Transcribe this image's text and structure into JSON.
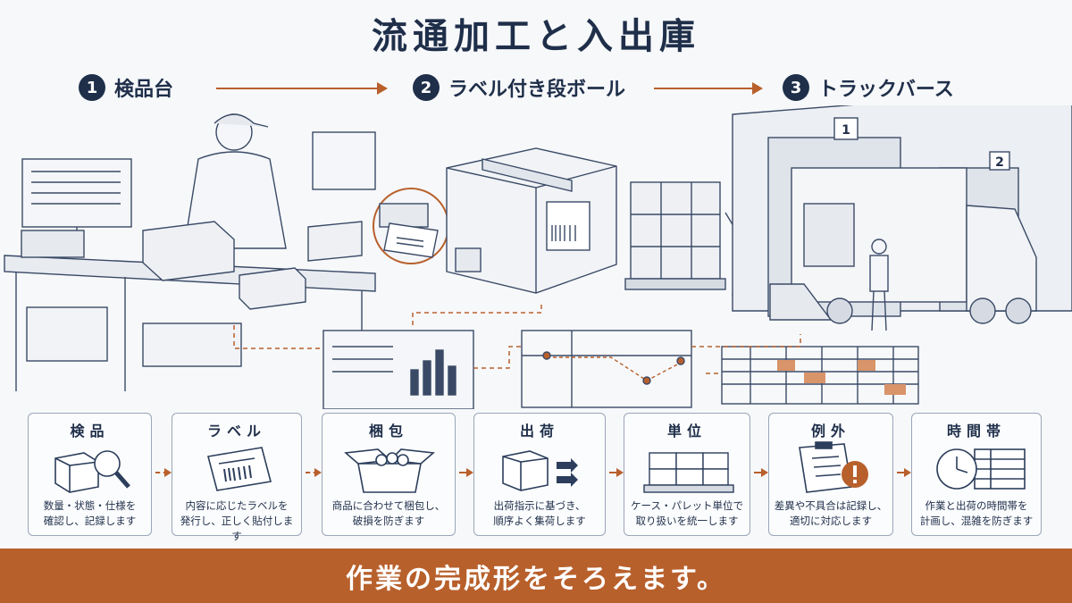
{
  "title": "流通加工と入出庫",
  "steps": [
    {
      "num": "1",
      "label": "検品台"
    },
    {
      "num": "2",
      "label": "ラベル付き段ボール"
    },
    {
      "num": "3",
      "label": "トラックバース"
    }
  ],
  "illustration": {
    "dock_numbers": [
      "1",
      "2"
    ]
  },
  "cards": [
    {
      "title": "検品",
      "desc": "数量・状態・仕様を\n確認し、記録します",
      "icon": "magnifier-box-icon"
    },
    {
      "title": "ラベル",
      "desc": "内容に応じたラベルを\n発行し、正しく貼付します",
      "icon": "label-icon"
    },
    {
      "title": "梱包",
      "desc": "商品に合わせて梱包し、\n破損を防ぎます",
      "icon": "open-box-icon"
    },
    {
      "title": "出荷",
      "desc": "出荷指示に基づき、\n順序よく集荷します",
      "icon": "ship-box-icon"
    },
    {
      "title": "単位",
      "desc": "ケース・パレット単位で\n取り扱いを統一します",
      "icon": "pallet-icon"
    },
    {
      "title": "例外",
      "desc": "差異や不具合は記録し、\n適切に対応します",
      "icon": "clipboard-alert-icon"
    },
    {
      "title": "時間帯",
      "desc": "作業と出荷の時間帯を\n計画し、混雑を防ぎます",
      "icon": "clock-schedule-icon"
    }
  ],
  "banner": "作業の完成形をそろえます。",
  "colors": {
    "navy": "#1f2f4a",
    "accent": "#b8602c",
    "line": "#9aa6b8"
  }
}
